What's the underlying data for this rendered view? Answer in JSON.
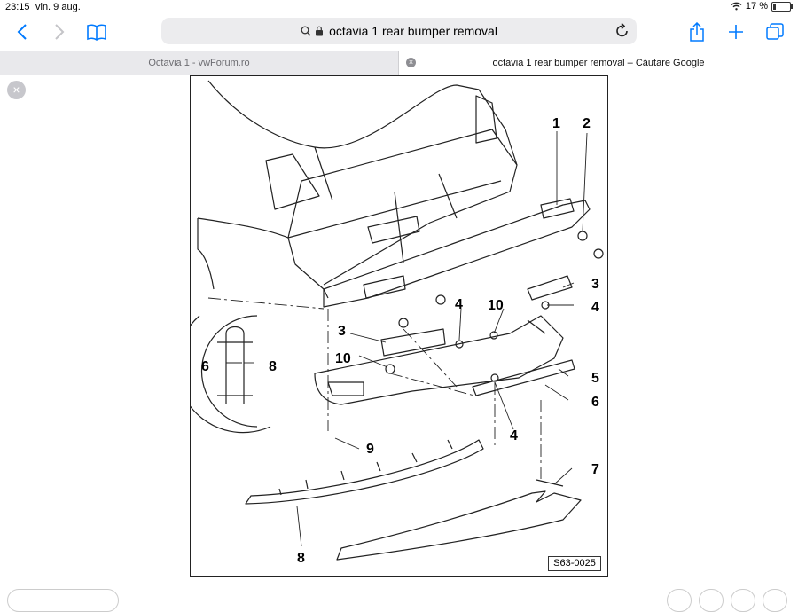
{
  "status": {
    "time": "23:15",
    "date": "vin. 9 aug.",
    "battery": "17 %",
    "battery_level": 0.17
  },
  "toolbar": {
    "url_text": "octavia 1 rear bumper removal"
  },
  "tabs": [
    {
      "label": "Octavia 1 - vwForum.ro",
      "active": false
    },
    {
      "label": "octavia 1 rear bumper removal – Căutare Google",
      "active": true
    }
  ],
  "diagram": {
    "labels": {
      "l1": "1",
      "l2": "2",
      "l3a": "3",
      "l3b": "3",
      "l4a": "4",
      "l4b": "4",
      "l4c": "4",
      "l5": "5",
      "l6a": "6",
      "l6b": "6",
      "l7": "7",
      "l8a": "8",
      "l8b": "8",
      "l9": "9",
      "l10a": "10",
      "l10b": "10"
    },
    "figure_code": "S63-0025"
  },
  "icons": [
    "back-icon",
    "forward-icon",
    "bookmarks-icon",
    "search-icon",
    "lock-icon",
    "reload-icon",
    "share-icon",
    "new-tab-icon",
    "tabs-icon",
    "close-icon",
    "wifi-icon",
    "battery-icon"
  ],
  "colors": {
    "accent": "#007aff",
    "tab_bar": "#e9e9ec",
    "url_bar": "#ececee"
  }
}
